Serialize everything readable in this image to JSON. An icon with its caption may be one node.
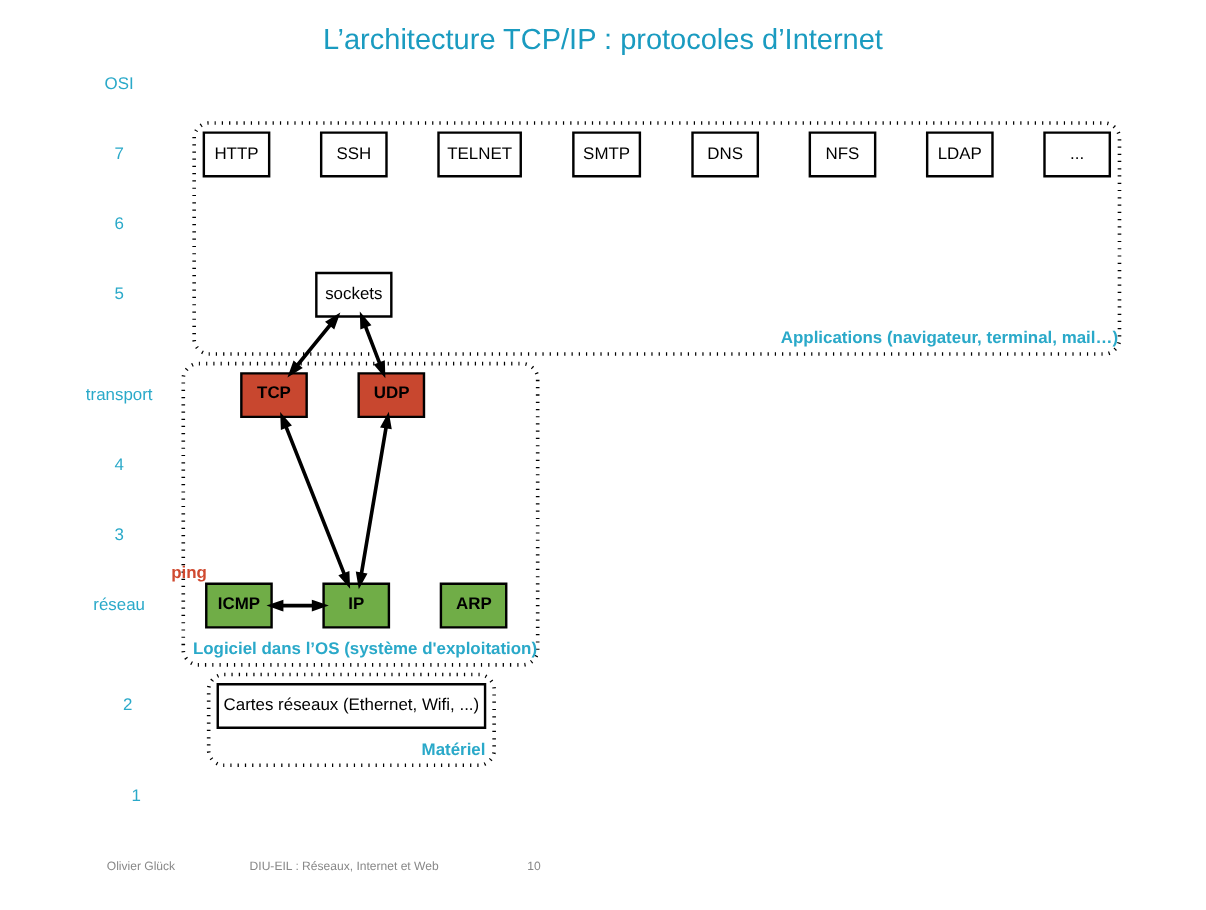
{
  "diagram": {
    "title": "L’architecture TCP/IP : protocoles d’Internet",
    "nodes": [
      {
        "text": [
          "Applications (navigateur, terminal, mail…)"
        ]
      },
      {
        "text": [
          "HTTP"
        ],
        "in": 0
      },
      {
        "text": [
          "SSH"
        ],
        "in": 0
      },
      {
        "text": [
          "TELNET"
        ],
        "in": 0
      },
      {
        "text": [
          "SMTP"
        ],
        "in": 0
      },
      {
        "text": [
          "DNS"
        ],
        "in": 0
      },
      {
        "text": [
          "NFS"
        ],
        "in": 0
      },
      {
        "text": [
          "LDAP"
        ],
        "in": 0
      },
      {
        "text": [
          "..."
        ],
        "in": 0
      },
      {
        "text": [
          "sockets"
        ],
        "in": 0
      },
      {
        "text": [
          "Logiciel dans l’OS (système d'exploitation)"
        ]
      },
      {
        "text": [
          "TCP"
        ],
        "in": 10
      },
      {
        "text": [
          "UDP"
        ],
        "in": 10
      },
      {
        "text": [
          "IP"
        ],
        "in": 10
      },
      {
        "text": [
          "ICMP"
        ],
        "in": 10,
        "beside": [
          "ping"
        ]
      },
      {
        "text": [
          "ARP"
        ],
        "in": 10
      },
      {
        "text": [
          "Matériel"
        ]
      },
      {
        "text": [
          "Cartes réseaux (Ethernet, Wifi, ...)"
        ],
        "in": 16
      }
    ],
    "edges": [
      {
        "from": 9,
        "to": 11,
        "arrow": "both"
      },
      {
        "from": 9,
        "to": 12,
        "arrow": "both"
      },
      {
        "from": 11,
        "to": 13,
        "arrow": "both"
      },
      {
        "from": 12,
        "to": 13,
        "arrow": "both"
      },
      {
        "from": 14,
        "to": 13,
        "arrow": "both"
      }
    ],
    "labels": [
      "OSI",
      "7",
      "6",
      "5",
      "transport",
      "4",
      "3",
      "réseau",
      "2",
      "1",
      "Olivier Glück",
      "DIU-EIL : Réseaux, Internet et Web",
      "10"
    ]
  }
}
